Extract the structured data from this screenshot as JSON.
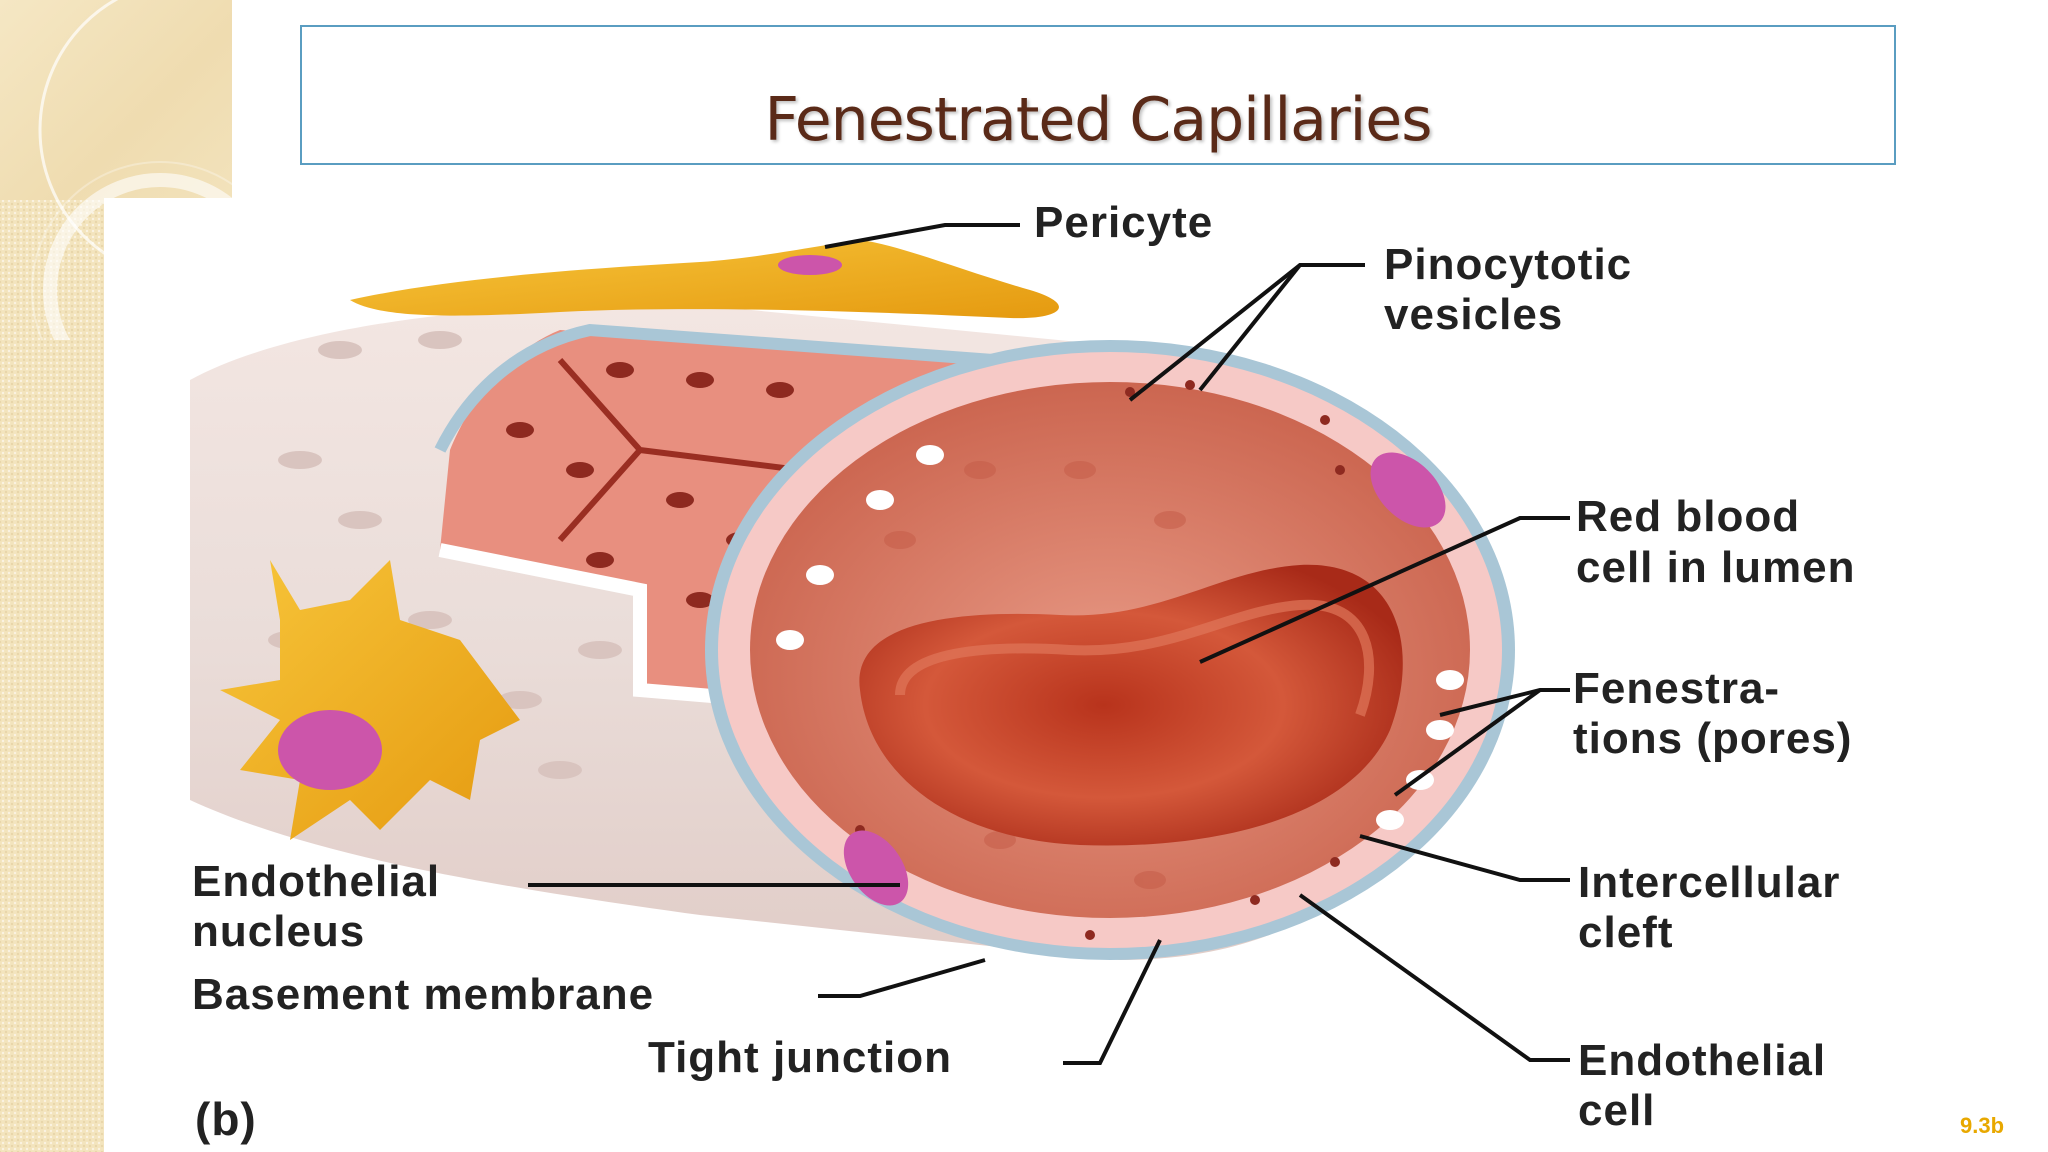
{
  "slide": {
    "title": "Fenestrated Capillaries",
    "figure_code": "9.3b"
  },
  "diagram": {
    "panel_label": "(b)",
    "labels": {
      "pericyte": "Pericyte",
      "pinocytotic_1": "Pinocytotic",
      "pinocytotic_2": "vesicles",
      "rbc_1": "Red blood",
      "rbc_2": "cell in lumen",
      "fenestrations_1": "Fenestra-",
      "fenestrations_2": "tions (pores)",
      "intercellular_1": "Intercellular",
      "intercellular_2": "cleft",
      "endothelial_cell_1": "Endothelial",
      "endothelial_cell_2": "cell",
      "endothelial_nucleus_1": "Endothelial",
      "endothelial_nucleus_2": "nucleus",
      "basement_membrane": "Basement membrane",
      "tight_junction": "Tight junction"
    }
  },
  "colors": {
    "title": "#5a2a18",
    "title_border": "#5a9dc1",
    "pericyte": "#f2b21a",
    "nucleus": "#cc55aa",
    "rbc": "#c8442a",
    "lumen": "#d97a66",
    "basement_membrane": "#a9c6d6",
    "endothelium": "#f6c9c6",
    "figure_code": "#e8a800"
  }
}
